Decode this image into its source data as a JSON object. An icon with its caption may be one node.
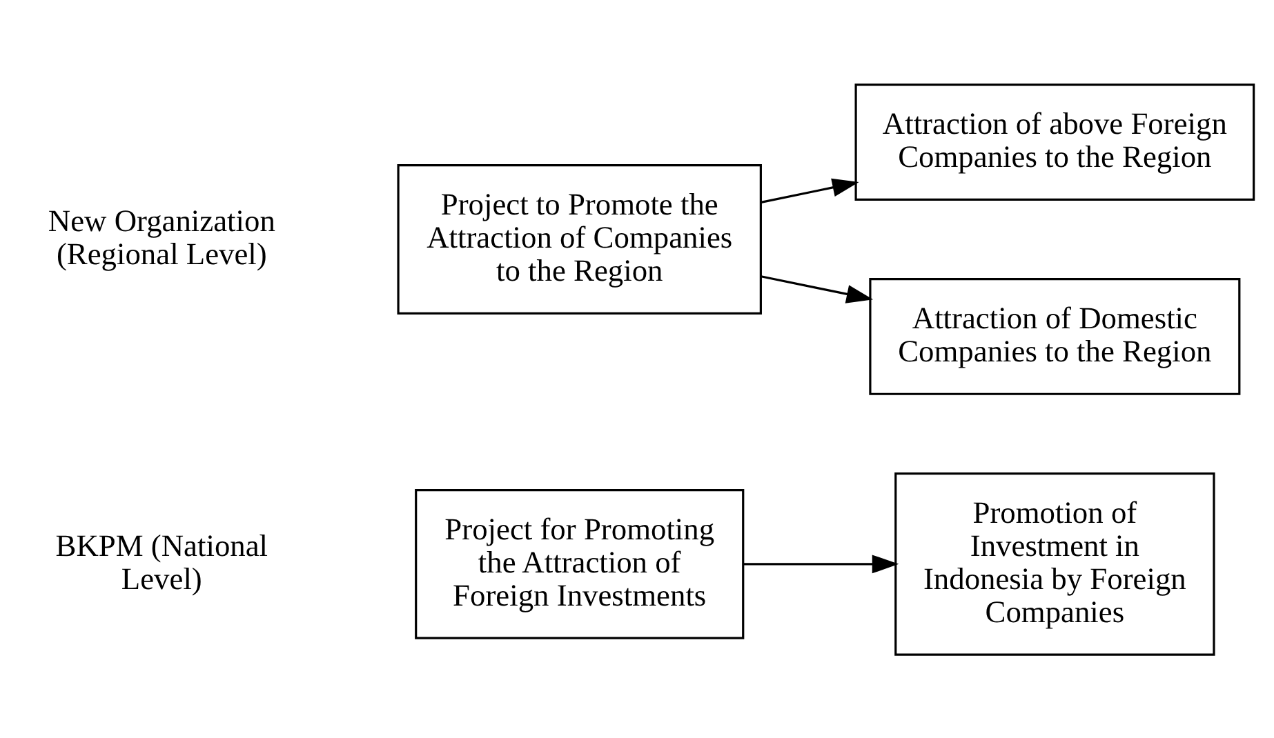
{
  "diagram": {
    "nodes": [
      {
        "text": [
          "Project for Promoting the Attraction of Foreign Investments"
        ]
      },
      {
        "text": [
          "Promotion of Investment in Indonesia by Foreign Companies"
        ]
      },
      {
        "text": [
          "Project to Promote the Attraction of Companies to the Region"
        ]
      },
      {
        "text": [
          "Attraction of above Foreign Companies to the Region"
        ]
      },
      {
        "text": [
          "Attraction of Domestic Companies to the Region"
        ]
      }
    ],
    "edges": [
      {
        "from": 0,
        "to": 1,
        "arrow": "to"
      },
      {
        "from": 2,
        "to": 3,
        "arrow": "to"
      },
      {
        "from": 2,
        "to": 4,
        "arrow": "to"
      }
    ],
    "labels": [
      "BKPM (National Level)",
      "New Organization (Regional Level)"
    ]
  }
}
